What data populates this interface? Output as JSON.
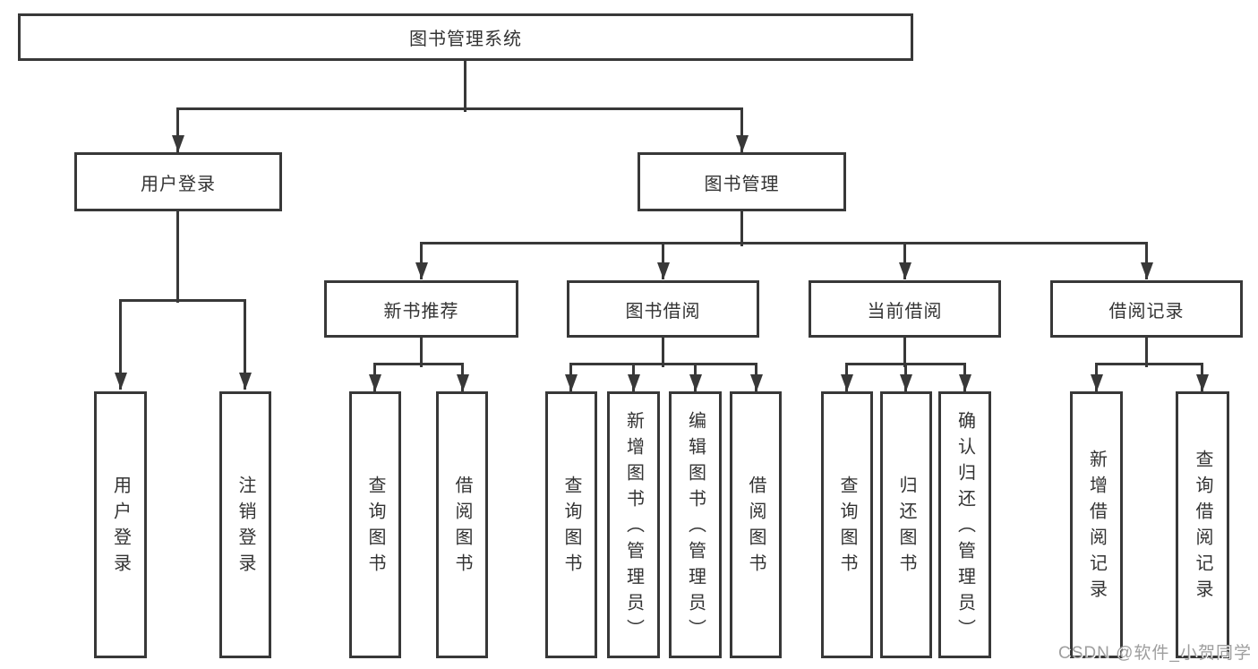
{
  "diagram": {
    "title": "图书管理系统",
    "root": {
      "label": "图书管理系统"
    },
    "branches": [
      {
        "label": "用户登录",
        "children": [
          {
            "label": "用户登录"
          },
          {
            "label": "注销登录"
          }
        ]
      },
      {
        "label": "图书管理",
        "groups": [
          {
            "label": "新书推荐",
            "children": [
              {
                "label": "查询图书"
              },
              {
                "label": "借阅图书"
              }
            ]
          },
          {
            "label": "图书借阅",
            "children": [
              {
                "label": "查询图书"
              },
              {
                "label": "新增图书（管理员）"
              },
              {
                "label": "编辑图书（管理员）"
              },
              {
                "label": "借阅图书"
              }
            ]
          },
          {
            "label": "当前借阅",
            "children": [
              {
                "label": "查询图书"
              },
              {
                "label": "归还图书"
              },
              {
                "label": "确认归还（管理员）"
              }
            ]
          },
          {
            "label": "借阅记录",
            "children": [
              {
                "label": "新增借阅记录"
              },
              {
                "label": "查询借阅记录"
              }
            ]
          }
        ]
      }
    ]
  },
  "watermark": {
    "text": "CSDN @软件_小贺同学"
  },
  "colors": {
    "line": "#383838",
    "text": "#333333",
    "background": "#ffffff",
    "watermark": "#949494"
  }
}
